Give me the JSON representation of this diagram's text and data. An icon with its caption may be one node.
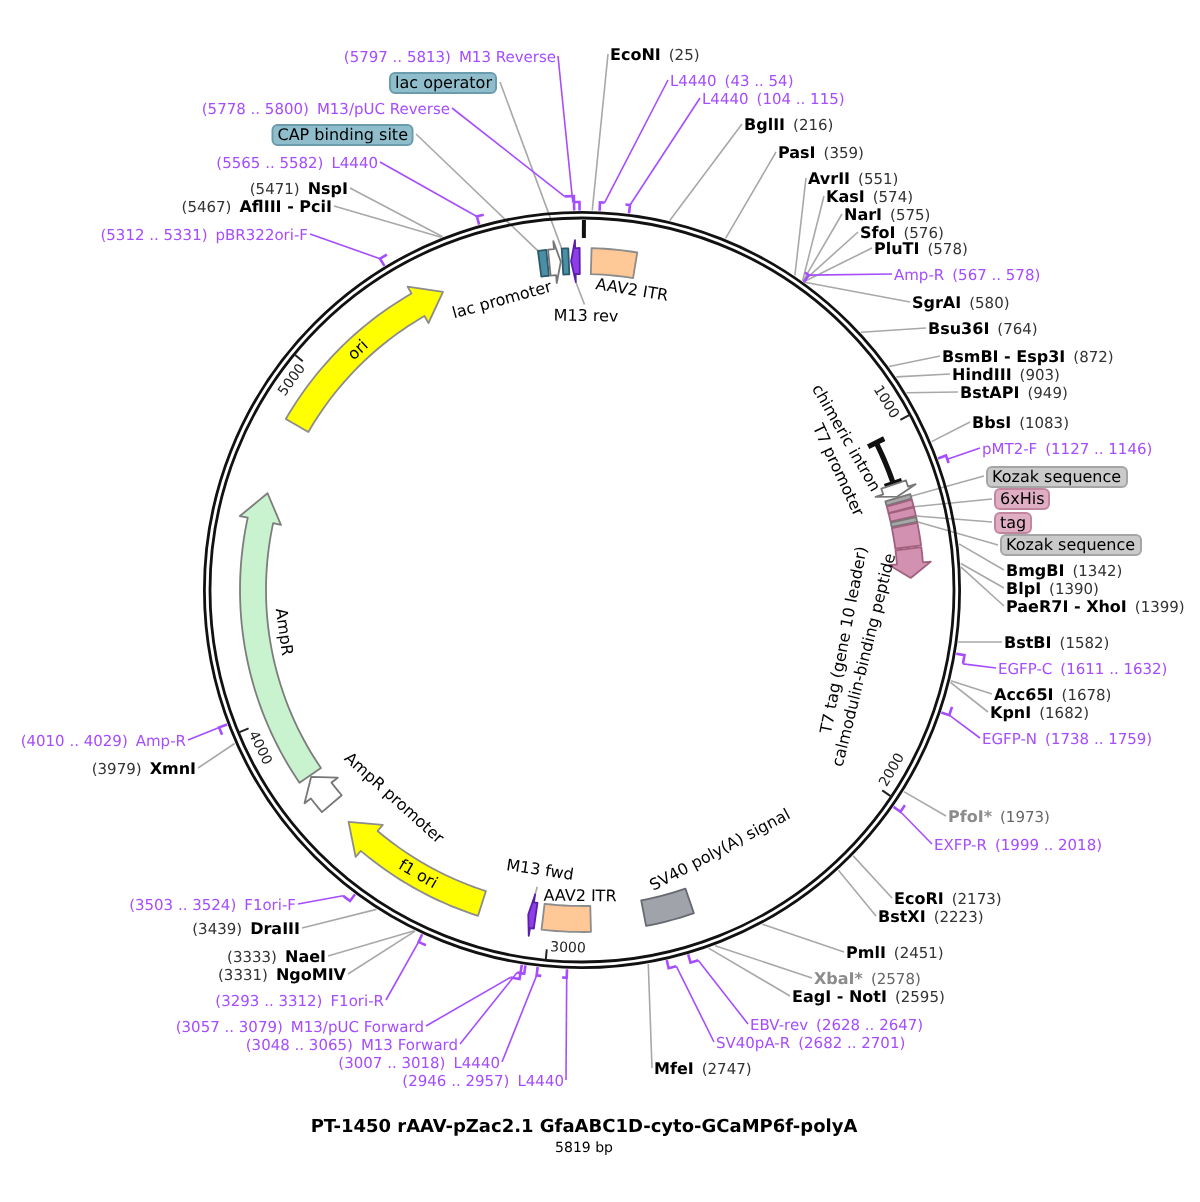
{
  "diagram": {
    "title": "PT-1450 rAAV-pZac2.1 GfaABC1D-cyto-GCaMP6f-polyA",
    "caption": "5819 bp",
    "nodes": [
      {
        "text": [
          "(5797 .. 5813)",
          "M13 Reverse"
        ]
      },
      {
        "text": [
          "lac operator"
        ]
      },
      {
        "text": [
          "(5778 .. 5800)",
          "M13/pUC Reverse"
        ]
      },
      {
        "text": [
          "CAP binding site"
        ]
      },
      {
        "text": [
          "(5565 .. 5582)",
          "L4440"
        ]
      },
      {
        "text": [
          "(5471)",
          "NspI"
        ]
      },
      {
        "text": [
          "(5467)",
          "AflIII - PciI"
        ]
      },
      {
        "text": [
          "(5312 .. 5331)",
          "pBR322ori-F"
        ]
      },
      {
        "text": [
          "EcoNI",
          "(25)"
        ]
      },
      {
        "text": [
          "L4440",
          "(43 .. 54)"
        ]
      },
      {
        "text": [
          "L4440",
          "(104 .. 115)"
        ]
      },
      {
        "text": [
          "BglII",
          "(216)"
        ]
      },
      {
        "text": [
          "PasI",
          "(359)"
        ]
      },
      {
        "text": [
          "AvrII",
          "(551)"
        ]
      },
      {
        "text": [
          "KasI",
          "(574)"
        ]
      },
      {
        "text": [
          "NarI",
          "(575)"
        ]
      },
      {
        "text": [
          "SfoI",
          "(576)"
        ]
      },
      {
        "text": [
          "PluTI",
          "(578)"
        ]
      },
      {
        "text": [
          "Amp-R",
          "(567 .. 578)"
        ]
      },
      {
        "text": [
          "SgrAI",
          "(580)"
        ]
      },
      {
        "text": [
          "Bsu36I",
          "(764)"
        ]
      },
      {
        "text": [
          "BsmBI - Esp3I",
          "(872)"
        ]
      },
      {
        "text": [
          "HindIII",
          "(903)"
        ]
      },
      {
        "text": [
          "BstAPI",
          "(949)"
        ]
      },
      {
        "text": [
          "BbsI",
          "(1083)"
        ]
      },
      {
        "text": [
          "pMT2-F",
          "(1127 .. 1146)"
        ]
      },
      {
        "text": [
          "Kozak sequence"
        ]
      },
      {
        "text": [
          "6xHis"
        ]
      },
      {
        "text": [
          "tag"
        ]
      },
      {
        "text": [
          "Kozak sequence"
        ]
      },
      {
        "text": [
          "BmgBI",
          "(1342)"
        ]
      },
      {
        "text": [
          "BlpI",
          "(1390)"
        ]
      },
      {
        "text": [
          "PaeR7I - XhoI",
          "(1399)"
        ]
      },
      {
        "text": [
          "BstBI",
          "(1582)"
        ]
      },
      {
        "text": [
          "EGFP-C",
          "(1611 .. 1632)"
        ]
      },
      {
        "text": [
          "Acc65I",
          "(1678)"
        ]
      },
      {
        "text": [
          "KpnI",
          "(1682)"
        ]
      },
      {
        "text": [
          "EGFP-N",
          "(1738 .. 1759)"
        ]
      },
      {
        "text": [
          "PfoI*",
          "(1973)"
        ]
      },
      {
        "text": [
          "EXFP-R",
          "(1999 .. 2018)"
        ]
      },
      {
        "text": [
          "EcoRI",
          "(2173)"
        ]
      },
      {
        "text": [
          "BstXI",
          "(2223)"
        ]
      },
      {
        "text": [
          "PmlI",
          "(2451)"
        ]
      },
      {
        "text": [
          "XbaI*",
          "(2578)"
        ]
      },
      {
        "text": [
          "EagI - NotI",
          "(2595)"
        ]
      },
      {
        "text": [
          "EBV-rev",
          "(2628 .. 2647)"
        ]
      },
      {
        "text": [
          "SV40pA-R",
          "(2682 .. 2701)"
        ]
      },
      {
        "text": [
          "MfeI",
          "(2747)"
        ]
      },
      {
        "text": [
          "(4010 .. 4029)",
          "Amp-R"
        ]
      },
      {
        "text": [
          "(3979)",
          "XmnI"
        ]
      },
      {
        "text": [
          "(3503 .. 3524)",
          "F1ori-F"
        ]
      },
      {
        "text": [
          "(3439)",
          "DraIII"
        ]
      },
      {
        "text": [
          "(3333)",
          "NaeI"
        ]
      },
      {
        "text": [
          "(3331)",
          "NgoMIV"
        ]
      },
      {
        "text": [
          "(3293 .. 3312)",
          "F1ori-R"
        ]
      },
      {
        "text": [
          "(3057 .. 3079)",
          "M13/pUC Forward"
        ]
      },
      {
        "text": [
          "(3048 .. 3065)",
          "M13 Forward"
        ]
      },
      {
        "text": [
          "(3007 .. 3018)",
          "L4440"
        ]
      },
      {
        "text": [
          "(2946 .. 2957)",
          "L4440"
        ]
      },
      {
        "text": [],
        "shape": "circle"
      },
      {
        "text": [],
        "shape": "box",
        "in": 59
      },
      {
        "text": [],
        "shape": "arrow",
        "beside": [
          "lac promoter"
        ],
        "in": 59
      },
      {
        "text": [],
        "shape": "box",
        "in": 59
      },
      {
        "text": [],
        "shape": "arrow",
        "in": 59
      },
      {
        "text": [
          "M13 rev"
        ],
        "in": 59
      },
      {
        "text": [],
        "shape": "box",
        "beside": [
          "AAV2 ITR"
        ],
        "in": 59
      },
      {
        "text": [],
        "shape": "bar",
        "beside": [
          "chimeric intron"
        ],
        "in": 59
      },
      {
        "text": [],
        "shape": "arrow",
        "beside": [
          "T7 promoter"
        ],
        "in": 59
      },
      {
        "text": [],
        "shape": "box",
        "in": 59
      },
      {
        "text": [],
        "shape": "box",
        "in": 59
      },
      {
        "text": [],
        "shape": "box",
        "in": 59
      },
      {
        "text": [],
        "shape": "box",
        "in": 59
      },
      {
        "text": [],
        "shape": "box",
        "beside": [
          "T7 tag (gene 10 leader)"
        ],
        "in": 59
      },
      {
        "text": [],
        "shape": "arrow",
        "beside": [
          "calmodulin-binding peptide"
        ],
        "in": 59
      },
      {
        "text": [],
        "shape": "box",
        "beside": [
          "SV40 poly(A) signal"
        ],
        "in": 59
      },
      {
        "text": [],
        "shape": "box",
        "beside": [
          "AAV2 ITR"
        ],
        "in": 59
      },
      {
        "text": [],
        "shape": "arrow",
        "in": 59
      },
      {
        "text": [
          "M13 fwd"
        ],
        "in": 59
      },
      {
        "text": [
          "f1 ori"
        ],
        "in": 59
      },
      {
        "text": [],
        "shape": "arrow",
        "beside": [
          "AmpR promoter"
        ],
        "in": 59
      },
      {
        "text": [],
        "shape": "arrow",
        "beside": [
          "AmpR"
        ],
        "in": 59
      },
      {
        "text": [
          "ori"
        ],
        "in": 59
      },
      {
        "text": [],
        "shape": "bracket"
      },
      {
        "text": [],
        "shape": "bracket"
      },
      {
        "text": [],
        "shape": "bracket"
      },
      {
        "text": [],
        "shape": "bracket"
      },
      {
        "text": [],
        "shape": "bracket"
      },
      {
        "text": [],
        "shape": "bracket"
      },
      {
        "text": [],
        "shape": "bracket"
      },
      {
        "text": [],
        "shape": "bracket"
      },
      {
        "text": [],
        "shape": "bracket"
      },
      {
        "text": [],
        "shape": "bracket"
      },
      {
        "text": [],
        "shape": "bracket"
      },
      {
        "text": [],
        "shape": "bracket"
      },
      {
        "text": [],
        "shape": "bracket"
      },
      {
        "text": [],
        "shape": "bracket"
      },
      {
        "text": [],
        "shape": "bracket"
      },
      {
        "text": [],
        "shape": "bracket"
      },
      {
        "text": [],
        "shape": "bracket"
      },
      {
        "text": [],
        "shape": "bracket"
      },
      {
        "text": [],
        "shape": "bracket"
      },
      {
        "text": [],
        "shape": "bracket"
      }
    ],
    "edges": [
      {
        "from": 0,
        "to": 82,
        "arrow": "none",
        "color": "#a64dff"
      },
      {
        "from": 1,
        "to": 62,
        "arrow": "none"
      },
      {
        "from": 2,
        "to": 83,
        "arrow": "none",
        "color": "#a64dff"
      },
      {
        "from": 3,
        "to": 60,
        "arrow": "none"
      },
      {
        "from": 4,
        "to": 84,
        "arrow": "none",
        "color": "#a64dff"
      },
      {
        "from": 5,
        "to": 59,
        "arrow": "none"
      },
      {
        "from": 6,
        "to": 59,
        "arrow": "none"
      },
      {
        "from": 7,
        "to": 85,
        "arrow": "none",
        "color": "#a64dff"
      },
      {
        "from": 8,
        "to": 59,
        "arrow": "none"
      },
      {
        "from": 9,
        "to": 86,
        "arrow": "none",
        "color": "#a64dff"
      },
      {
        "from": 10,
        "to": 87,
        "arrow": "none",
        "color": "#a64dff"
      },
      {
        "from": 11,
        "to": 59,
        "arrow": "none"
      },
      {
        "from": 12,
        "to": 59,
        "arrow": "none"
      },
      {
        "from": 13,
        "to": 59,
        "arrow": "none"
      },
      {
        "from": 14,
        "to": 59,
        "arrow": "none"
      },
      {
        "from": 15,
        "to": 59,
        "arrow": "none"
      },
      {
        "from": 16,
        "to": 59,
        "arrow": "none"
      },
      {
        "from": 17,
        "to": 59,
        "arrow": "none"
      },
      {
        "from": 18,
        "to": 88,
        "arrow": "none",
        "color": "#a64dff"
      },
      {
        "from": 19,
        "to": 59,
        "arrow": "none"
      },
      {
        "from": 20,
        "to": 59,
        "arrow": "none"
      },
      {
        "from": 21,
        "to": 59,
        "arrow": "none"
      },
      {
        "from": 22,
        "to": 59,
        "arrow": "none"
      },
      {
        "from": 23,
        "to": 59,
        "arrow": "none"
      },
      {
        "from": 24,
        "to": 59,
        "arrow": "none"
      },
      {
        "from": 25,
        "to": 89,
        "arrow": "none",
        "color": "#a64dff"
      },
      {
        "from": 26,
        "to": 68,
        "arrow": "none"
      },
      {
        "from": 27,
        "to": 69,
        "arrow": "none"
      },
      {
        "from": 28,
        "to": 70,
        "arrow": "none"
      },
      {
        "from": 29,
        "to": 71,
        "arrow": "none"
      },
      {
        "from": 30,
        "to": 59,
        "arrow": "none"
      },
      {
        "from": 31,
        "to": 59,
        "arrow": "none"
      },
      {
        "from": 32,
        "to": 59,
        "arrow": "none"
      },
      {
        "from": 33,
        "to": 59,
        "arrow": "none"
      },
      {
        "from": 34,
        "to": 90,
        "arrow": "none",
        "color": "#a64dff"
      },
      {
        "from": 35,
        "to": 59,
        "arrow": "none"
      },
      {
        "from": 36,
        "to": 59,
        "arrow": "none"
      },
      {
        "from": 37,
        "to": 91,
        "arrow": "none",
        "color": "#a64dff"
      },
      {
        "from": 38,
        "to": 59,
        "arrow": "none"
      },
      {
        "from": 39,
        "to": 92,
        "arrow": "none",
        "color": "#a64dff"
      },
      {
        "from": 40,
        "to": 59,
        "arrow": "none"
      },
      {
        "from": 41,
        "to": 59,
        "arrow": "none"
      },
      {
        "from": 42,
        "to": 59,
        "arrow": "none"
      },
      {
        "from": 43,
        "to": 59,
        "arrow": "none"
      },
      {
        "from": 44,
        "to": 59,
        "arrow": "none"
      },
      {
        "from": 45,
        "to": 93,
        "arrow": "none",
        "color": "#a64dff"
      },
      {
        "from": 46,
        "to": 94,
        "arrow": "none",
        "color": "#a64dff"
      },
      {
        "from": 47,
        "to": 59,
        "arrow": "none"
      },
      {
        "from": 48,
        "to": 95,
        "arrow": "none",
        "color": "#a64dff"
      },
      {
        "from": 49,
        "to": 59,
        "arrow": "none"
      },
      {
        "from": 50,
        "to": 96,
        "arrow": "none",
        "color": "#a64dff"
      },
      {
        "from": 51,
        "to": 59,
        "arrow": "none"
      },
      {
        "from": 52,
        "to": 59,
        "arrow": "none"
      },
      {
        "from": 53,
        "to": 59,
        "arrow": "none"
      },
      {
        "from": 54,
        "to": 97,
        "arrow": "none",
        "color": "#a64dff"
      },
      {
        "from": 55,
        "to": 98,
        "arrow": "none",
        "color": "#a64dff"
      },
      {
        "from": 56,
        "to": 99,
        "arrow": "none",
        "color": "#a64dff"
      },
      {
        "from": 57,
        "to": 100,
        "arrow": "none",
        "color": "#a64dff"
      },
      {
        "from": 58,
        "to": 101,
        "arrow": "none",
        "color": "#a64dff"
      },
      {
        "from": 64,
        "to": 63,
        "arrow": "none"
      },
      {
        "from": 77,
        "to": 76,
        "arrow": "none"
      }
    ],
    "labels": [
      "1000",
      "2000",
      "3000",
      "4000",
      "5000"
    ]
  }
}
